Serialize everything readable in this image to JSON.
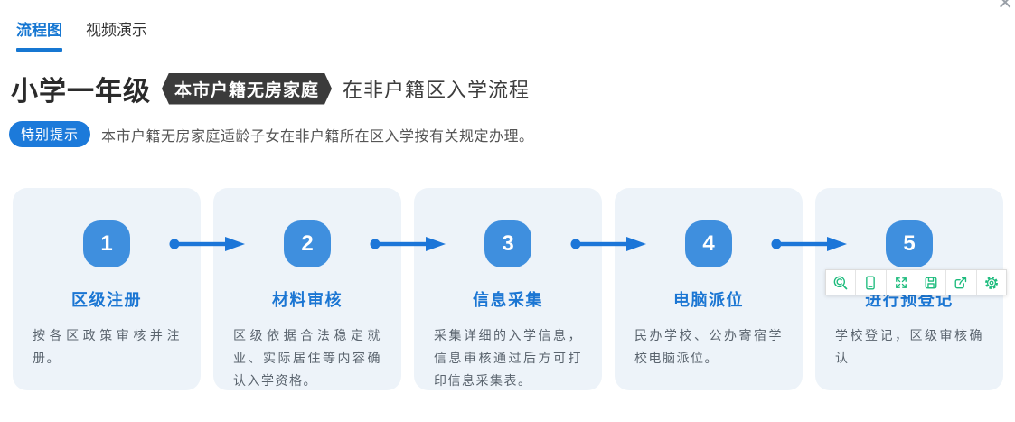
{
  "tabs": [
    {
      "label": "流程图",
      "active": true
    },
    {
      "label": "视频演示",
      "active": false
    }
  ],
  "close_label": "✕",
  "title": {
    "prefix": "小学一年级",
    "badge": "本市户籍无房家庭",
    "suffix": "在非户籍区入学流程"
  },
  "tip": {
    "badge": "特别提示",
    "text": "本市户籍无房家庭适龄子女在非户籍所在区入学按有关规定办理。"
  },
  "steps": [
    {
      "number": "1",
      "title": "区级注册",
      "description": "按各区政策审核并注册。"
    },
    {
      "number": "2",
      "title": "材料审核",
      "description": "区级依据合法稳定就业、实际居住等内容确认入学资格。"
    },
    {
      "number": "3",
      "title": "信息采集",
      "description": "采集详细的入学信息，信息审核通过后方可打印信息采集表。"
    },
    {
      "number": "4",
      "title": "电脑派位",
      "description": "民办学校、公办寄宿学校电脑派位。"
    },
    {
      "number": "5",
      "title": "进行预登记",
      "description": "学校登记，区级审核确认"
    }
  ],
  "toolbar": {
    "icons": [
      "zoom-search",
      "mobile-preview",
      "fullscreen",
      "save",
      "share",
      "settings"
    ]
  },
  "colors": {
    "accent_blue": "#1677d2",
    "step_badge_blue": "#3f8fde",
    "card_bg": "#edf3f9",
    "arrow_blue": "#1c76d8",
    "toolbar_icon_green": "#1cbb7c",
    "title_badge_bg": "#3b3b3b",
    "close_gray": "#9aa0a8"
  }
}
